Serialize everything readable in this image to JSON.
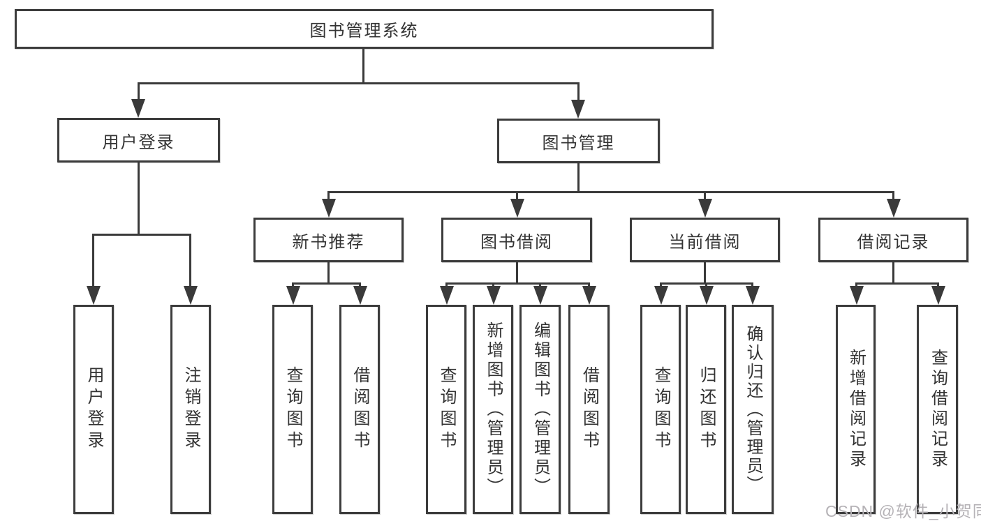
{
  "diagram": {
    "type": "hierarchy",
    "root": {
      "label": "图书管理系统",
      "children": [
        {
          "label": "用户登录",
          "children": [
            {
              "label": "用户登录"
            },
            {
              "label": "注销登录"
            }
          ]
        },
        {
          "label": "图书管理",
          "children": [
            {
              "label": "新书推荐",
              "children": [
                {
                  "label": "查询图书"
                },
                {
                  "label": "借阅图书"
                }
              ]
            },
            {
              "label": "图书借阅",
              "children": [
                {
                  "label": "查询图书"
                },
                {
                  "label": "新增图书（管理员）"
                },
                {
                  "label": "编辑图书（管理员）"
                },
                {
                  "label": "借阅图书"
                }
              ]
            },
            {
              "label": "当前借阅",
              "children": [
                {
                  "label": "查询图书"
                },
                {
                  "label": "归还图书"
                },
                {
                  "label": "确认归还（管理员）"
                }
              ]
            },
            {
              "label": "借阅记录",
              "children": [
                {
                  "label": "新增借阅记录"
                },
                {
                  "label": "查询借阅记录"
                }
              ]
            }
          ]
        }
      ]
    }
  },
  "watermark": {
    "text": "CSDN @软件_小贺同学"
  },
  "colors": {
    "line": "#3a3a3a",
    "border": "#3c3c3c",
    "text": "#333333",
    "background": "#ffffff",
    "watermark": "#b5b2b6"
  }
}
